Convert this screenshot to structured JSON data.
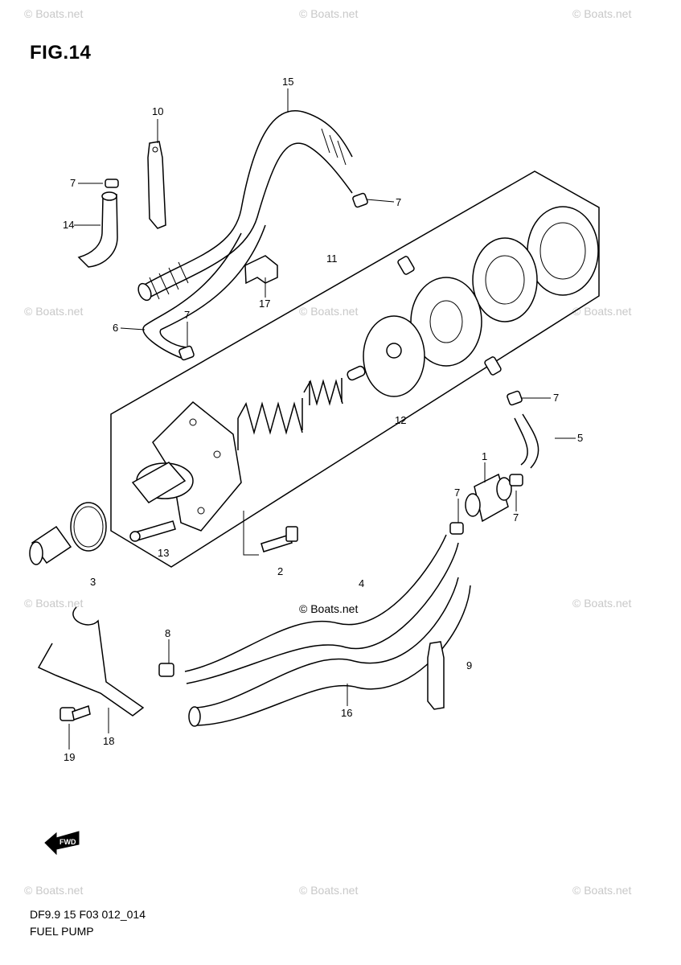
{
  "figure": {
    "title": "FIG.14",
    "code": "DF9.9 15 F03 012_014",
    "name": "FUEL PUMP"
  },
  "callouts": {
    "p1": "1",
    "p2": "2",
    "p3": "3",
    "p4": "4",
    "p5": "5",
    "p6": "6",
    "p7a": "7",
    "p7b": "7",
    "p7c": "7",
    "p7d": "7",
    "p7e": "7",
    "p7f": "7",
    "p8": "8",
    "p9": "9",
    "p10": "10",
    "p11": "11",
    "p12": "12",
    "p13": "13",
    "p14": "14",
    "p15": "15",
    "p16": "16",
    "p17": "17",
    "p18": "18",
    "p19": "19"
  },
  "watermark": {
    "text": "© Boats.net"
  },
  "front_marker": {
    "label": "FWD"
  }
}
